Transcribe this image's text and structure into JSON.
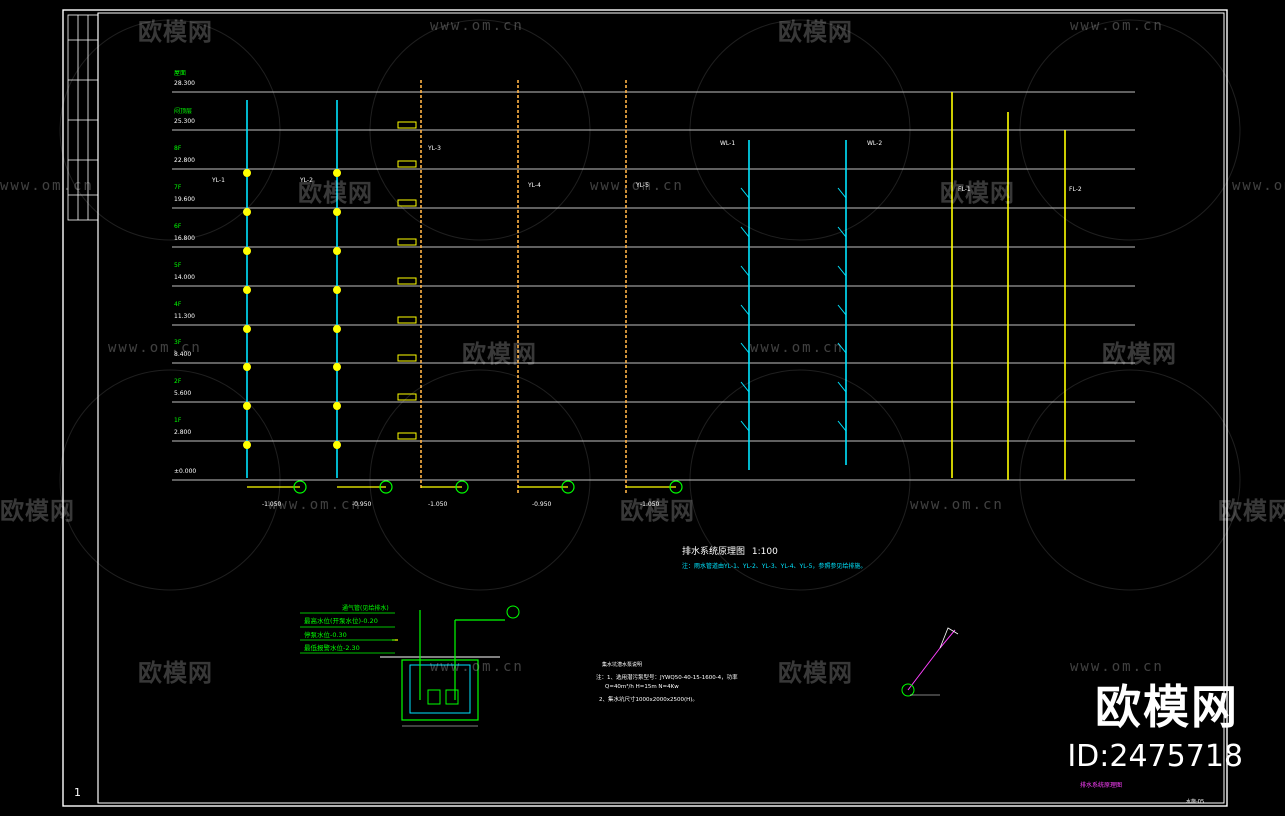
{
  "drawing": {
    "title": "排水系统原理图",
    "scale": "1:100",
    "note": "注：雨水管道由YL-1、YL-2、YL-3、YL-4、YL-5，参照参见给排施。",
    "pump_note_title": "集水坑潜水泵说明",
    "pump_note_lines": [
      "注：1、选用潜污泵型号：JYWQ50-40-15-1600-4，功率",
      "Q=40m³/h H=15m N=4Kw",
      "2、集水坑尺寸1000x2000x2500(H)。"
    ],
    "page_number": "1",
    "sheet_label": "排水系统原理图",
    "sheet_code": "水施-05"
  },
  "levels": [
    {
      "name": "屋面",
      "elev": "28.300"
    },
    {
      "name": "闷顶层",
      "elev": "25.300"
    },
    {
      "name": "8F",
      "elev": "22.800"
    },
    {
      "name": "7F",
      "elev": "19.600"
    },
    {
      "name": "6F",
      "elev": "16.800"
    },
    {
      "name": "5F",
      "elev": "14.000"
    },
    {
      "name": "4F",
      "elev": "11.300"
    },
    {
      "name": "3F",
      "elev": "8.400"
    },
    {
      "name": "2F",
      "elev": "5.600"
    },
    {
      "name": "1F",
      "elev": "2.800"
    },
    {
      "name": "",
      "elev": "±0.000"
    }
  ],
  "pipe_tags": [
    "YL-1",
    "YL-2",
    "YL-3",
    "YL-4",
    "YL-5",
    "WL-1",
    "WL-2",
    "FL-1",
    "FL-2"
  ],
  "outlet_elevs": [
    "-1.050",
    "-0.950",
    "-1.050",
    "-0.950",
    "-1.050"
  ],
  "sump_labels": [
    "通气管(见给排水)",
    "最高水位(开泵水位)-0.20",
    "停泵水位-0.30",
    "最低报警水位-2.30"
  ],
  "watermark": {
    "brand": "欧模网",
    "url": "www.om.cn",
    "id": "ID:2475718"
  },
  "colors": {
    "grid": "#ffffff",
    "cyan": "#00e5ff",
    "yellow": "#ffff00",
    "orange": "#ffb347",
    "green": "#00ff00",
    "magenta": "#ff40ff"
  }
}
